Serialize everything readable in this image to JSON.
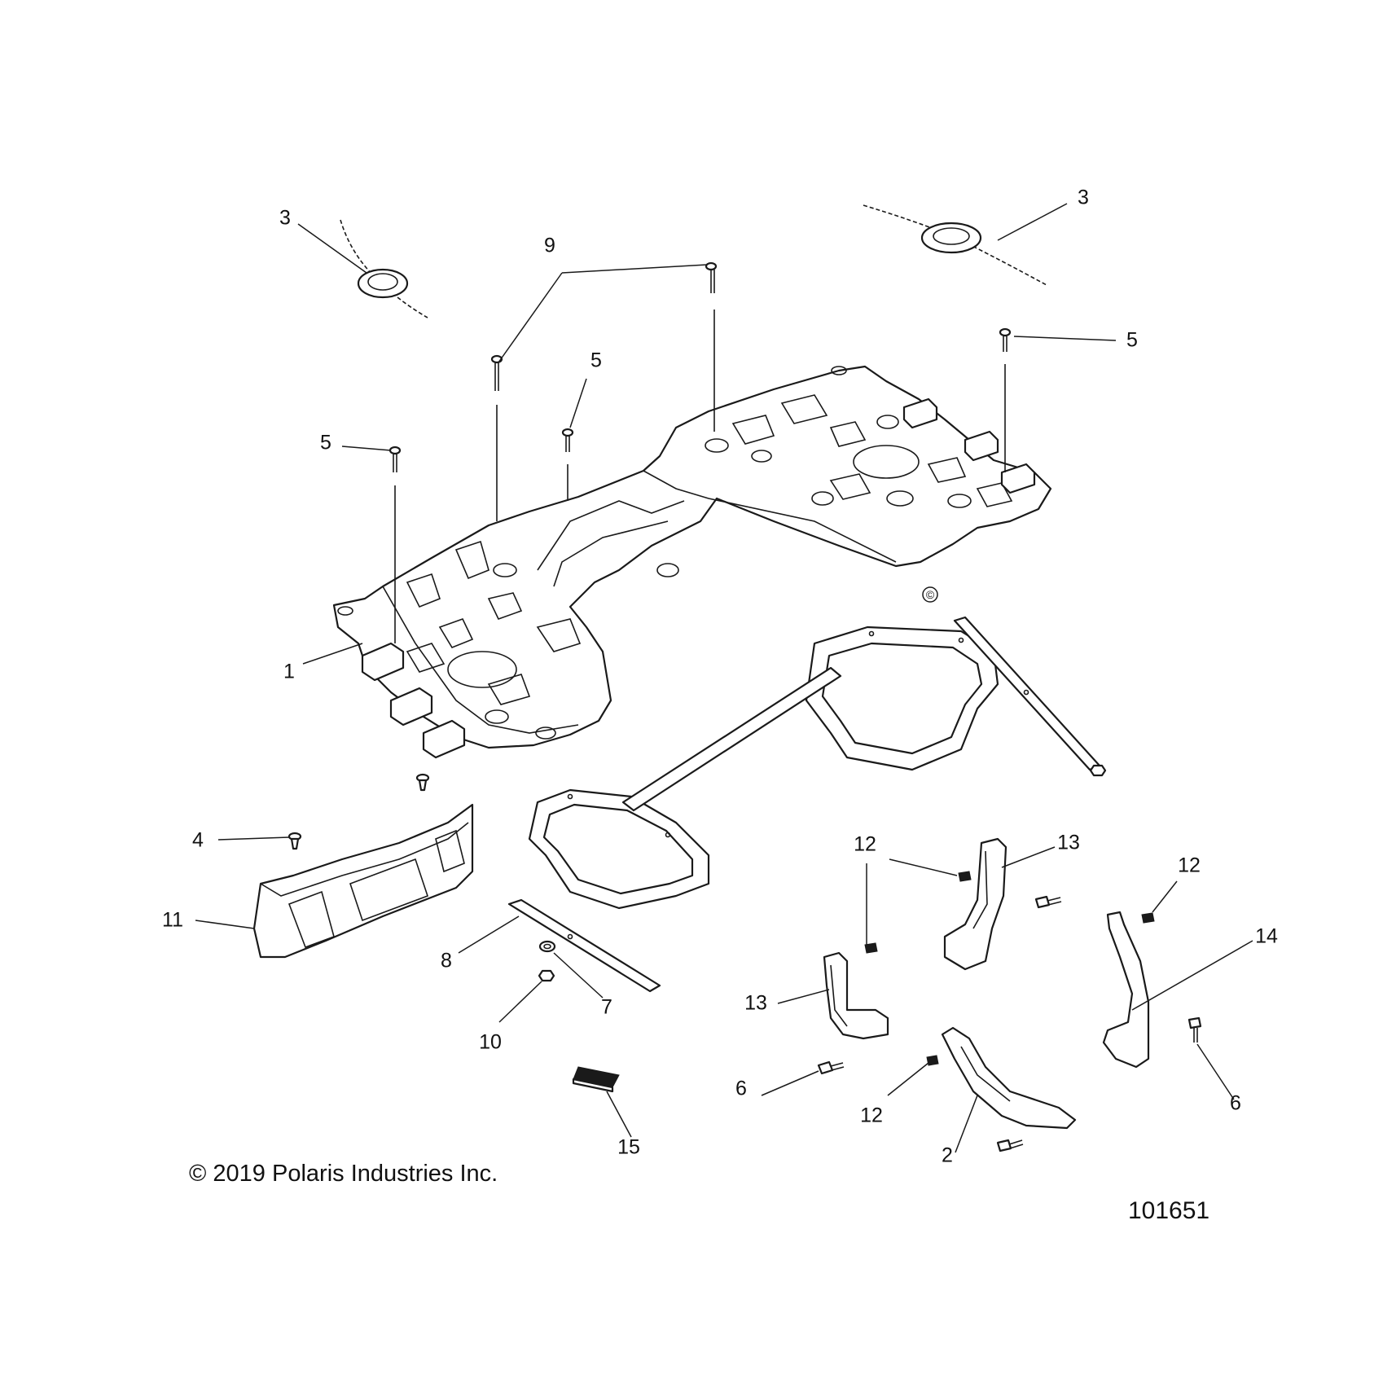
{
  "diagram": {
    "callouts": [
      {
        "id": "c3a",
        "text": "3"
      },
      {
        "id": "c3b",
        "text": "3"
      },
      {
        "id": "c9",
        "text": "9"
      },
      {
        "id": "c5a",
        "text": "5"
      },
      {
        "id": "c5b",
        "text": "5"
      },
      {
        "id": "c5c",
        "text": "5"
      },
      {
        "id": "c1",
        "text": "1"
      },
      {
        "id": "c4",
        "text": "4"
      },
      {
        "id": "c11",
        "text": "11"
      },
      {
        "id": "c8",
        "text": "8"
      },
      {
        "id": "c7",
        "text": "7"
      },
      {
        "id": "c10",
        "text": "10"
      },
      {
        "id": "c15",
        "text": "15"
      },
      {
        "id": "c12a",
        "text": "12"
      },
      {
        "id": "c13a",
        "text": "13"
      },
      {
        "id": "c12b",
        "text": "12"
      },
      {
        "id": "c14",
        "text": "14"
      },
      {
        "id": "c13b",
        "text": "13"
      },
      {
        "id": "c12c",
        "text": "12"
      },
      {
        "id": "c6a",
        "text": "6"
      },
      {
        "id": "c6b",
        "text": "6"
      },
      {
        "id": "c2",
        "text": "2"
      }
    ],
    "copyright": "© 2019 Polaris Industries Inc.",
    "diagram_id": "101651",
    "copyright_mark": "©"
  }
}
